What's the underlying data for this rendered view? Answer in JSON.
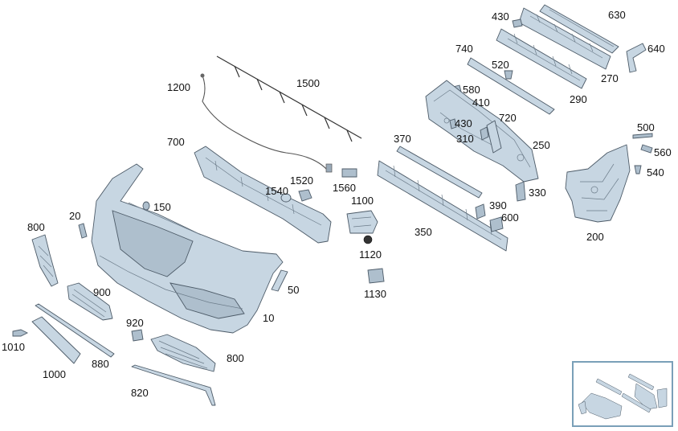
{
  "callouts": [
    {
      "id": "630",
      "label": "630"
    },
    {
      "id": "430a",
      "label": "430"
    },
    {
      "id": "740",
      "label": "740"
    },
    {
      "id": "640",
      "label": "640"
    },
    {
      "id": "520",
      "label": "520"
    },
    {
      "id": "270",
      "label": "270"
    },
    {
      "id": "580",
      "label": "580"
    },
    {
      "id": "410",
      "label": "410"
    },
    {
      "id": "290",
      "label": "290"
    },
    {
      "id": "1200",
      "label": "1200"
    },
    {
      "id": "1500",
      "label": "1500"
    },
    {
      "id": "720",
      "label": "720"
    },
    {
      "id": "430b",
      "label": "430"
    },
    {
      "id": "310",
      "label": "310"
    },
    {
      "id": "250",
      "label": "250"
    },
    {
      "id": "500",
      "label": "500"
    },
    {
      "id": "700",
      "label": "700"
    },
    {
      "id": "370",
      "label": "370"
    },
    {
      "id": "560",
      "label": "560"
    },
    {
      "id": "540",
      "label": "540"
    },
    {
      "id": "1520",
      "label": "1520"
    },
    {
      "id": "1540",
      "label": "1540"
    },
    {
      "id": "1560",
      "label": "1560"
    },
    {
      "id": "330",
      "label": "330"
    },
    {
      "id": "1100",
      "label": "1100"
    },
    {
      "id": "390",
      "label": "390"
    },
    {
      "id": "150",
      "label": "150"
    },
    {
      "id": "600",
      "label": "600"
    },
    {
      "id": "20",
      "label": "20"
    },
    {
      "id": "800a",
      "label": "800"
    },
    {
      "id": "350",
      "label": "350"
    },
    {
      "id": "200",
      "label": "200"
    },
    {
      "id": "1120",
      "label": "1120"
    },
    {
      "id": "900",
      "label": "900"
    },
    {
      "id": "50",
      "label": "50"
    },
    {
      "id": "1130",
      "label": "1130"
    },
    {
      "id": "10",
      "label": "10"
    },
    {
      "id": "920",
      "label": "920"
    },
    {
      "id": "1010",
      "label": "1010"
    },
    {
      "id": "800b",
      "label": "800"
    },
    {
      "id": "880",
      "label": "880"
    },
    {
      "id": "1000",
      "label": "1000"
    },
    {
      "id": "820",
      "label": "820"
    }
  ]
}
